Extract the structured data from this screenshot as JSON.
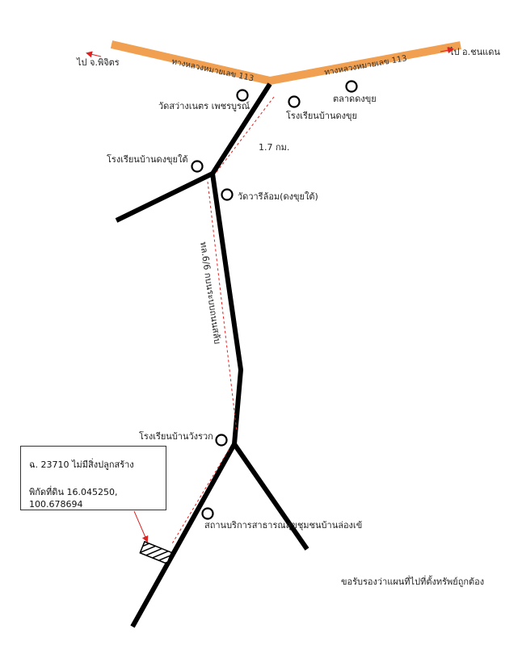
{
  "map": {
    "highways": {
      "left_label": "ทางหลวงหมายเลข 113",
      "right_label": "ทางหลวงหมายเลข 113",
      "left_dest": "ไป จ.พิจิตร",
      "right_dest": "ไป อ.ชนแดน"
    },
    "roads": {
      "local_road_label": "ทล.6/6 กบนระบบถนนสลับ"
    },
    "distances": {
      "segment_1": "1.7 กม."
    },
    "pois": {
      "temple_sawang": "วัดสว่างเนตร เพชรบูรณ์",
      "market": "ตลาดดงขุย",
      "school_dongkhui": "โรงเรียนบ้านดงขุย",
      "school_dongkhui_tai": "โรงเรียนบ้านดงขุยใต้",
      "temple_wari": "วัดวารีล้อม(ดงขุยใต้)",
      "school_wangrak": "โรงเรียนบ้านวังรวก",
      "health_center": "สถานบริการสาธารณสุขชุมชนบ้านล่องเข้"
    },
    "colors": {
      "highway": "#f0a050",
      "road": "#000000",
      "dash": "#dd2222"
    }
  },
  "info_box": {
    "title": "ฉ. 23710 ไม่มีสิ่งปลูกสร้าง",
    "coord_label": "พิกัดที่ดิน",
    "coords": "16.045250, 100.678694"
  },
  "footer_note": "ขอรับรองว่าแผนที่ไปที่ตั้งทรัพย์ถูกต้อง"
}
